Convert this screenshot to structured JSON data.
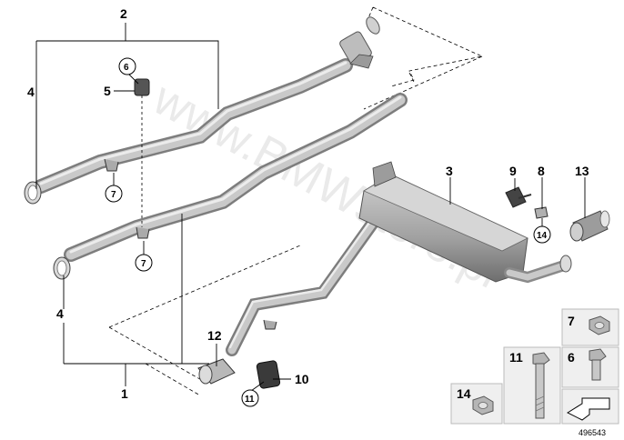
{
  "callouts": {
    "c1": "1",
    "c2": "2",
    "c3": "3",
    "c4a": "4",
    "c4b": "4",
    "c5": "5",
    "c8": "8",
    "c9": "9",
    "c10": "10",
    "c12": "12",
    "c13": "13"
  },
  "circled": {
    "c6": "6",
    "c7a": "7",
    "c7b": "7",
    "c11": "11",
    "c14": "14"
  },
  "legend": {
    "l7": "7",
    "l6": "6",
    "l11": "11",
    "l14": "14"
  },
  "watermark": "www.BMWstore.pl",
  "image_number": "496543",
  "colors": {
    "pipe_light": "#c8c8c8",
    "pipe_dark": "#8a8a8a",
    "box_fill": "#f0f0f0",
    "line": "#000000"
  }
}
